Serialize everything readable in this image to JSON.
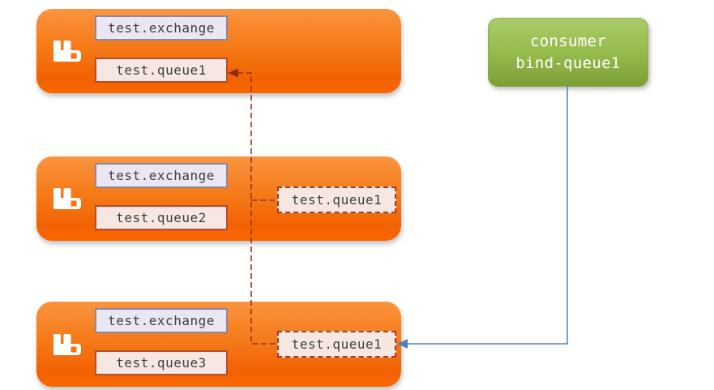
{
  "brokers": [
    {
      "exchange": "test.exchange",
      "queue": "test.queue1",
      "ghost": null
    },
    {
      "exchange": "test.exchange",
      "queue": "test.queue2",
      "ghost": "test.queue1"
    },
    {
      "exchange": "test.exchange",
      "queue": "test.queue3",
      "ghost": "test.queue1"
    }
  ],
  "consumer": {
    "line1": "consumer",
    "line2": "bind-queue1"
  },
  "colors": {
    "broker_gradient_top": "#FA9440",
    "broker_gradient_bottom": "#F96700",
    "exchange_label_bg": "#EAE7F2",
    "exchange_label_border": "#8C87A5",
    "queue_label_bg": "#F6E7E2",
    "queue_label_border": "#B34D33",
    "ghost_queue_border": "#A63A26",
    "consumer_gradient_top": "#AACB68",
    "consumer_gradient_bottom": "#7C9E38",
    "binding_line": "#9B3123",
    "consume_line": "#4E81BC",
    "label_text": "#3E3E3E",
    "consumer_text": "#FFFFFF"
  }
}
